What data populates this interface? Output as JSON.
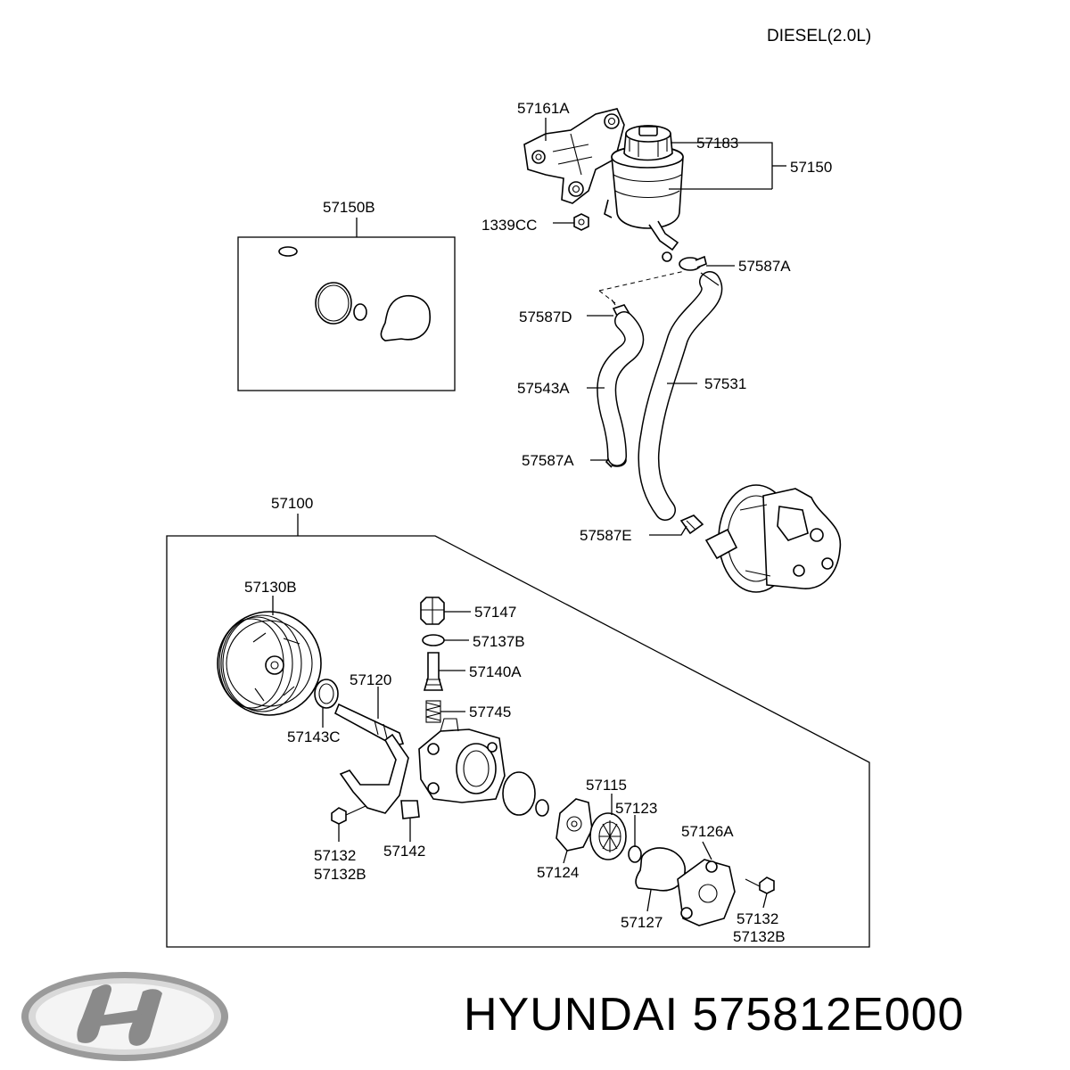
{
  "header": {
    "engine_note": "DIESEL(2.0L)"
  },
  "brand": {
    "name": "HYUNDAI",
    "part_number": "575812E000"
  },
  "groups": {
    "gasket_kit": "57150B",
    "pump_assembly": "57100"
  },
  "labels": {
    "l57161A": "57161A",
    "l57183": "57183",
    "l57150": "57150",
    "l1339CC": "1339CC",
    "l57587A_top": "57587A",
    "l57587D": "57587D",
    "l57543A": "57543A",
    "l57531": "57531",
    "l57587A_low": "57587A",
    "l57587E": "57587E",
    "l57130B": "57130B",
    "l57147": "57147",
    "l57137B": "57137B",
    "l57140A": "57140A",
    "l57120": "57120",
    "l57745": "57745",
    "l57143C": "57143C",
    "l57115": "57115",
    "l57123": "57123",
    "l57126A": "57126A",
    "l57132_left": "57132",
    "l57132B_left": "57132B",
    "l57142": "57142",
    "l57124": "57124",
    "l57127": "57127",
    "l57132_right": "57132",
    "l57132B_right": "57132B"
  }
}
